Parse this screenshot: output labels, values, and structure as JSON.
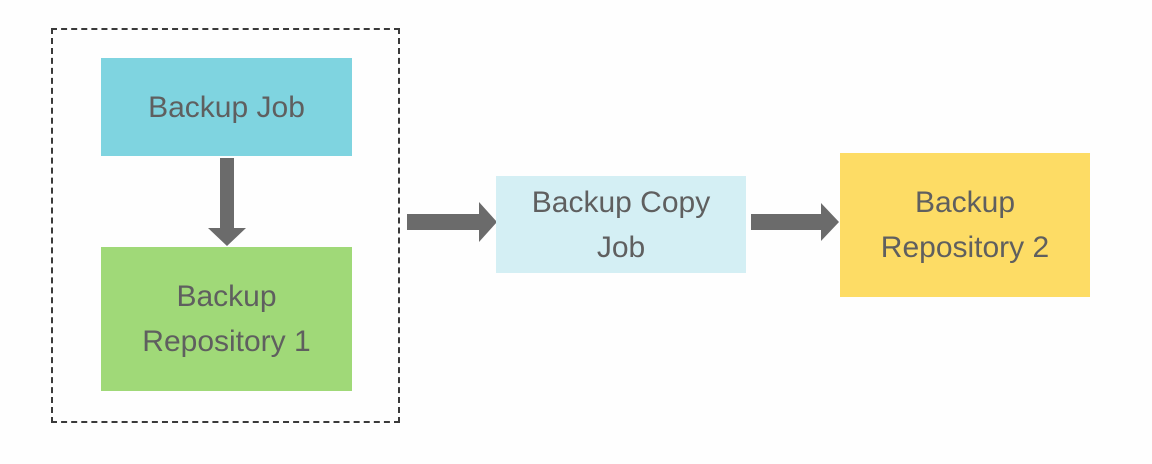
{
  "colors": {
    "backup_job": "#7fd4e0",
    "repository_1": "#a0d978",
    "copy_job": "#d4eff4",
    "repository_2": "#fddc65",
    "arrow": "#6b6b6b",
    "text": "#5f5f5f",
    "frame": "#3a3a3a"
  },
  "nodes": {
    "backup_job": {
      "label": "Backup Job"
    },
    "repository_1": {
      "line1": "Backup",
      "line2": "Repository 1"
    },
    "copy_job": {
      "line1": "Backup Copy",
      "line2": "Job"
    },
    "repository_2": {
      "line1": "Backup",
      "line2": "Repository 2"
    }
  },
  "edges": [
    {
      "from": "backup_job",
      "to": "repository_1",
      "icon": "arrow-down-icon"
    },
    {
      "from": "source_group",
      "to": "copy_job",
      "icon": "arrow-right-icon"
    },
    {
      "from": "copy_job",
      "to": "repository_2",
      "icon": "arrow-right-icon"
    }
  ]
}
